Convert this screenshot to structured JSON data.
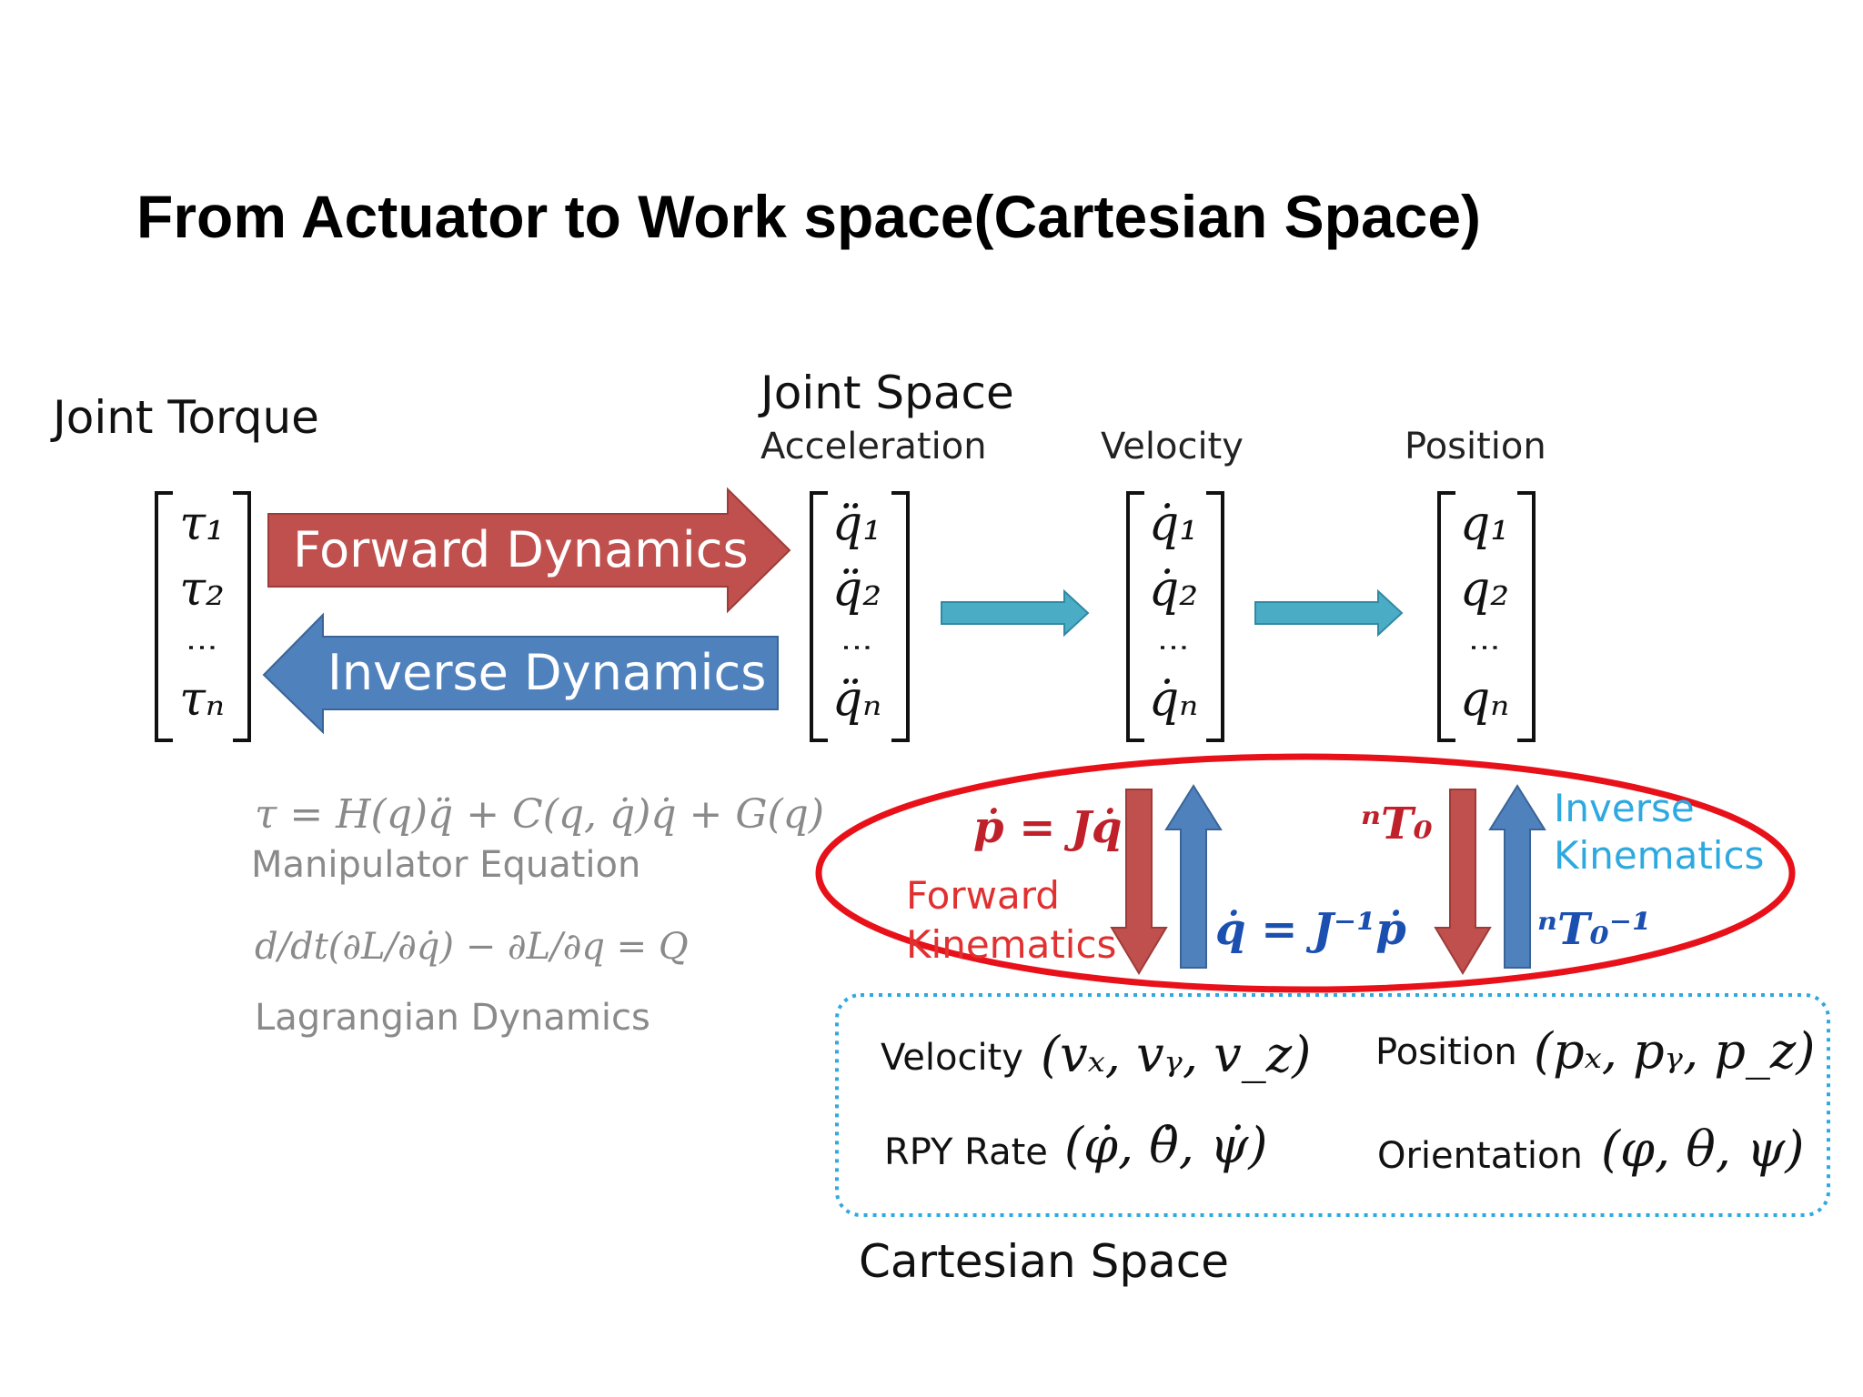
{
  "title": "From Actuator to Work space(Cartesian Space)",
  "joint_torque": {
    "label": "Joint Torque",
    "vector": [
      "τ₁",
      "τ₂",
      "⋮",
      "τₙ"
    ]
  },
  "joint_space": {
    "label": "Joint Space",
    "acceleration": {
      "label": "Acceleration",
      "vector": [
        "q̈₁",
        "q̈₂",
        "⋮",
        "q̈ₙ"
      ]
    },
    "velocity": {
      "label": "Velocity",
      "vector": [
        "q̇₁",
        "q̇₂",
        "⋮",
        "q̇ₙ"
      ]
    },
    "position": {
      "label": "Position",
      "vector": [
        "q₁",
        "q₂",
        "⋮",
        "qₙ"
      ]
    }
  },
  "arrows": {
    "forward_dynamics": "Forward Dynamics",
    "inverse_dynamics": "Inverse Dynamics"
  },
  "equations": {
    "manipulator": "τ = H(q)q̈ + C(q, q̇)q̇ + G(q)",
    "manipulator_label": "Manipulator Equation",
    "lagrangian": "d/dt(∂L/∂q̇) − ∂L/∂q = Q",
    "lagrangian_label": "Lagrangian Dynamics"
  },
  "kinematics": {
    "velocity_forward": "ṗ = Jq̇",
    "velocity_inverse": "q̇ = J⁻¹ṗ",
    "position_forward": "ⁿT₀",
    "position_inverse": "ⁿT₀⁻¹",
    "forward_label_1": "Forward",
    "forward_label_2": "Kinematics",
    "inverse_label_1": "Inverse",
    "inverse_label_2": "Kinematics"
  },
  "cartesian": {
    "label": "Cartesian Space",
    "velocity_label": "Velocity",
    "velocity_math": "(vₓ, vᵧ, v_z)",
    "position_label": "Position",
    "position_math": "(pₓ, pᵧ, p_z)",
    "rpy_label": "RPY Rate",
    "rpy_math": "(φ̇, θ̇, ψ̇)",
    "orientation_label": "Orientation",
    "orientation_math": "(φ, θ, ψ)"
  },
  "colors": {
    "forward_arrow": "#c0504d",
    "inverse_arrow": "#4f81bd",
    "flow_arrow": "#4bacc6",
    "highlight_ellipse": "#e8111a",
    "cartesian_border": "#2ea9e0"
  }
}
